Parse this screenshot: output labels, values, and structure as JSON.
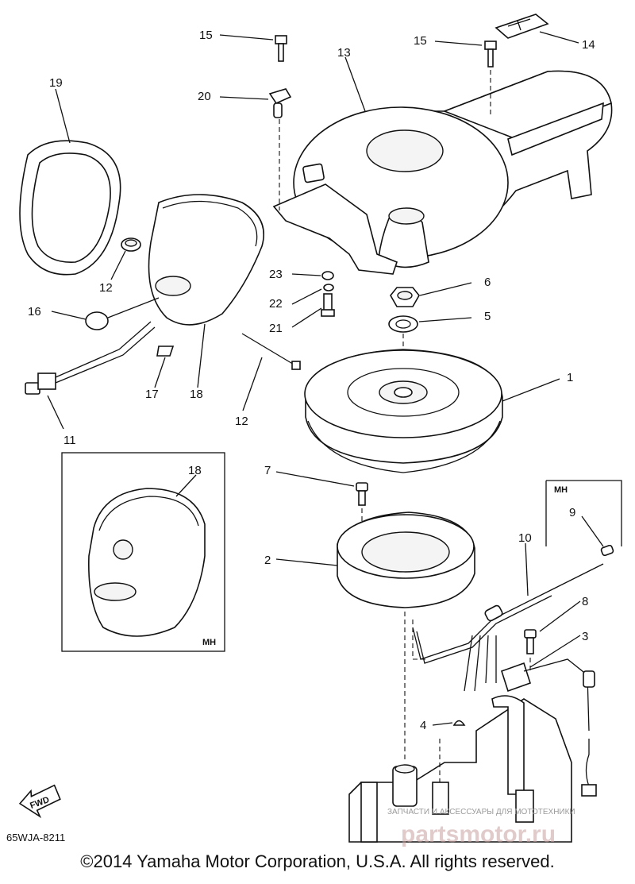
{
  "callouts": [
    {
      "id": "c1",
      "label": "1"
    },
    {
      "id": "c2",
      "label": "2"
    },
    {
      "id": "c3",
      "label": "3"
    },
    {
      "id": "c4",
      "label": "4"
    },
    {
      "id": "c5",
      "label": "5"
    },
    {
      "id": "c6",
      "label": "6"
    },
    {
      "id": "c7",
      "label": "7"
    },
    {
      "id": "c8",
      "label": "8"
    },
    {
      "id": "c9",
      "label": "9"
    },
    {
      "id": "c10",
      "label": "10"
    },
    {
      "id": "c11",
      "label": "11"
    },
    {
      "id": "c12a",
      "label": "12"
    },
    {
      "id": "c12b",
      "label": "12"
    },
    {
      "id": "c13",
      "label": "13"
    },
    {
      "id": "c14",
      "label": "14"
    },
    {
      "id": "c15a",
      "label": "15"
    },
    {
      "id": "c15b",
      "label": "15"
    },
    {
      "id": "c16",
      "label": "16"
    },
    {
      "id": "c17",
      "label": "17"
    },
    {
      "id": "c18a",
      "label": "18"
    },
    {
      "id": "c18b",
      "label": "18"
    },
    {
      "id": "c19",
      "label": "19"
    },
    {
      "id": "c20",
      "label": "20"
    },
    {
      "id": "c21",
      "label": "21"
    },
    {
      "id": "c22",
      "label": "22"
    },
    {
      "id": "c23",
      "label": "23"
    }
  ],
  "inset_labels": {
    "mh_left": "MH",
    "mh_right": "MH"
  },
  "fwd_label": "FWD",
  "diagram_code": "65WJA-8211",
  "watermark_top": "ЗАПЧАСТИ И АКСЕССУАРЫ ДЛЯ МОТОТЕХНИКИ",
  "watermark_brand": "partsmotor.ru",
  "copyright": "©2014 Yamaha Motor Corporation, U.S.A. All rights reserved."
}
